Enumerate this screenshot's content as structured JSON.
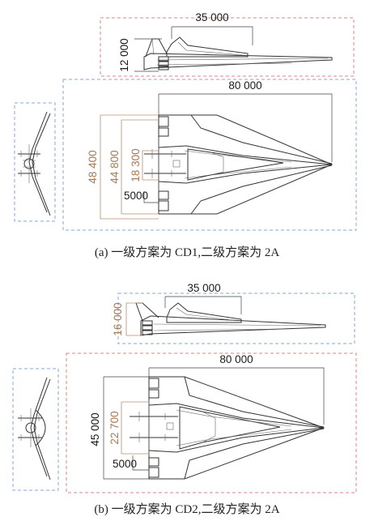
{
  "figure_a": {
    "dims": {
      "top_length": "35 000",
      "top_height": "12 000",
      "bottom_length": "80 000",
      "span_outer": "48 400",
      "span_mid": "44 800",
      "span_inner": "18 300",
      "offset": "5000"
    },
    "caption": "(a) 一级方案为 CD1,二级方案为 2A"
  },
  "figure_b": {
    "dims": {
      "top_length": "35 000",
      "top_height": "16 000",
      "bottom_length": "80 000",
      "span_outer": "45 000",
      "span_inner": "22 700",
      "offset": "5000"
    },
    "caption": "(b) 一级方案为 CD2,二级方案为 2A"
  },
  "colors": {
    "frame_blue": "#86a8d8",
    "frame_red": "#e48282",
    "dimension_brown": "#a87a52",
    "line_dark": "#333333"
  }
}
